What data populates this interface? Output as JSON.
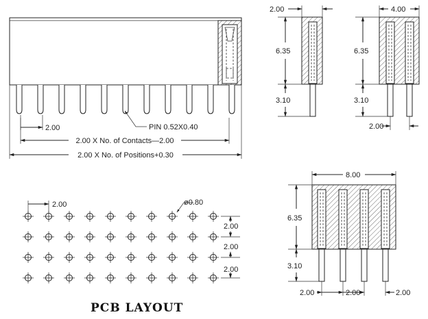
{
  "front_view": {
    "pitch_label": "2.00",
    "pin_label": "PIN  0.52X0.40",
    "contacts_label": "2.00  X  No.  of  Contacts—2.00",
    "positions_label": "2.00  X  No.  of  Positions+0.30"
  },
  "side_view_single": {
    "width_label": "2.00",
    "height_label": "6.35",
    "pin_length_label": "3.10"
  },
  "side_view_double": {
    "width_label": "4.00",
    "height_label": "6.35",
    "pin_length_label": "3.10",
    "pin_pitch_label": "2.00"
  },
  "side_view_quad": {
    "width_label": "8.00",
    "height_label": "6.35",
    "pin_length_label": "3.10",
    "pitch_labels": [
      "2.00",
      "2.00",
      "2.00"
    ]
  },
  "pcb_layout": {
    "title": "PCB LAYOUT",
    "hole_label": "ø0.80",
    "pitch_label": "2.00",
    "row_pitch_labels": [
      "2.00",
      "2.00",
      "2.00"
    ],
    "columns": 10,
    "rows": 4
  }
}
